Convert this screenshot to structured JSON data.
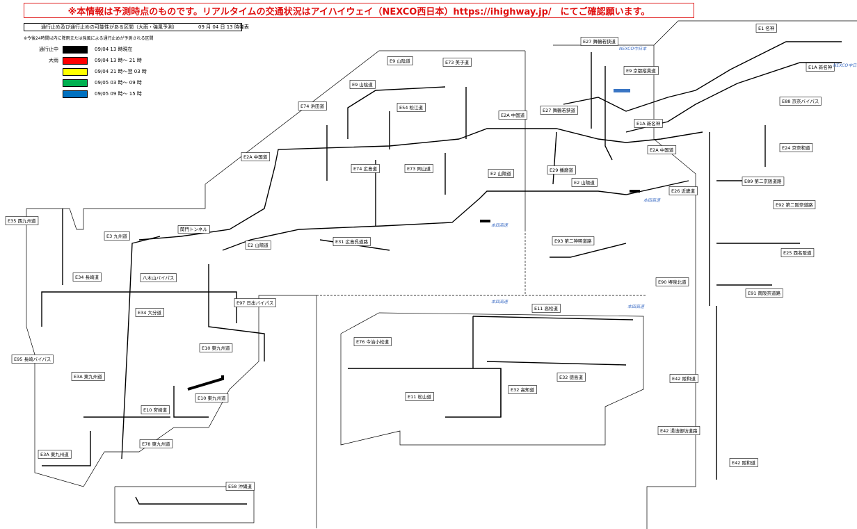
{
  "banner": "※本情報は予測時点のものです。リアルタイムの交通状況はアイハイウェイ（NEXCO西日本）https://ihighway.jp/　にてご確認願います。",
  "header": {
    "title": "通行止め及び通行止めの可能性がある区間（大雨・強風予測）",
    "issued": "09 月 04 日 13 時発表",
    "note": "※今後24時間以内に降雨または強風による通行止めが予測される区間"
  },
  "legend": [
    {
      "label": "通行止中",
      "color": "#000000",
      "text": "09/04 13 時現在"
    },
    {
      "label": "大雨",
      "color": "#ff0000",
      "text": "09/04 13 時～ 21 時"
    },
    {
      "label": "",
      "color": "#ffff00",
      "text": "09/04 21 時～翌 03 時"
    },
    {
      "label": "",
      "color": "#00b050",
      "text": "09/05 03 時～ 09 時"
    },
    {
      "label": "",
      "color": "#0070c0",
      "text": "09/05 09 時～ 15 時"
    }
  ],
  "colors": {
    "closed": "#000000",
    "forecast_blue": "#3a76c4",
    "link_text": "#3a6bc4"
  },
  "routes": {
    "e1": "E1 名神",
    "e1a": "E1A 新名神",
    "e27a": "E27 舞鶴若狭道",
    "e9a": "E9 京都縦貫道",
    "e88": "E88 京奈バイパス",
    "e9b": "E9 山陰道",
    "e9c": "E9 山陰道",
    "e73a": "E73 美子道",
    "e74a": "E74 浜田道",
    "e54": "E54 松江道",
    "e2aa": "E2A 中国道",
    "e27b": "E27 舞鶴若狭道",
    "e1a2": "E1A 新名神",
    "e24": "E24 京奈和道",
    "e2ab": "E2A 中国道",
    "e2ac": "E2A 中国道",
    "e74b": "E74 広島道",
    "e73b": "E73 岡山道",
    "e2a": "E2 山陽道",
    "e29": "E29 播磨道",
    "e2b": "E2 山陽道",
    "e26": "E26 近畿道",
    "e89": "E89 第二京阪道路",
    "e92": "E92 第二阪奈道路",
    "e35": "E35 西九州道",
    "e3": "E3 九州道",
    "kanmon": "関門トンネル",
    "e2c": "E2 山陽道",
    "e31": "E31 広島呉道路",
    "e93": "E93 第二神明道路",
    "e25": "E25 西名阪道",
    "e34": "E34 長崎道",
    "yatsushiro": "八木山バイパス",
    "e90": "E90 堺泉北道",
    "e91": "E91 南阪奈道路",
    "e97": "E97 日出バイパス",
    "e34b": "E34 大分道",
    "e11a": "E11 高松道",
    "e10a": "E10 東九州道",
    "e76": "E76 今治小松道",
    "e95": "E95 長崎バイパス",
    "e3a": "E3A 東九州道",
    "e10b": "E10 東九州道",
    "e32a": "E32 高知道",
    "e32b": "E32 徳島道",
    "e11b": "E11 松山道",
    "e42a": "E42 阪和道",
    "e10c": "E10 宮崎道",
    "e78": "E78 東九州道",
    "e42b": "E42 湯浅御坊道路",
    "e3a2": "E3A 東九州道",
    "e42c": "E42 阪和道",
    "e58": "E58 沖縄道"
  },
  "links": {
    "chu_nippon": "NEXCO中日本",
    "chu_nippon2": "NEXCO中日本",
    "shikoku1": "本四高速",
    "shikoku2": "本四高速",
    "shikoku3": "本四高速",
    "shikoku4": "本四高速"
  }
}
